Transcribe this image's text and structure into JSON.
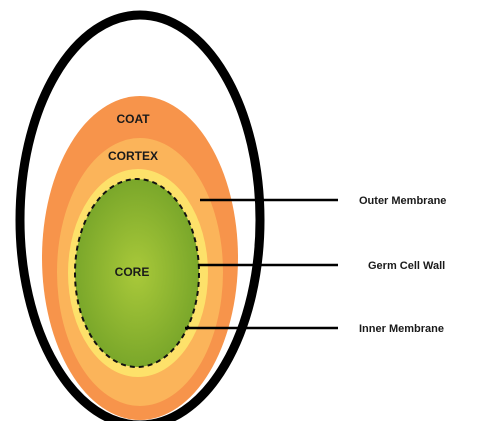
{
  "diagram": {
    "regions": {
      "coat": "COAT",
      "cortex": "CORTEX",
      "core": "CORE"
    },
    "callouts": {
      "outer_membrane": "Outer Membrane",
      "germ_cell_wall": "Germ Cell Wall",
      "inner_membrane": "Inner Membrane"
    },
    "colors": {
      "outer_shell": "#000000",
      "coat": "#f7944b",
      "cortex": "#fbb45a",
      "germ_cell_wall": "#fde16a",
      "core": "#8fb62a",
      "core_center": "#a9c93a"
    }
  }
}
